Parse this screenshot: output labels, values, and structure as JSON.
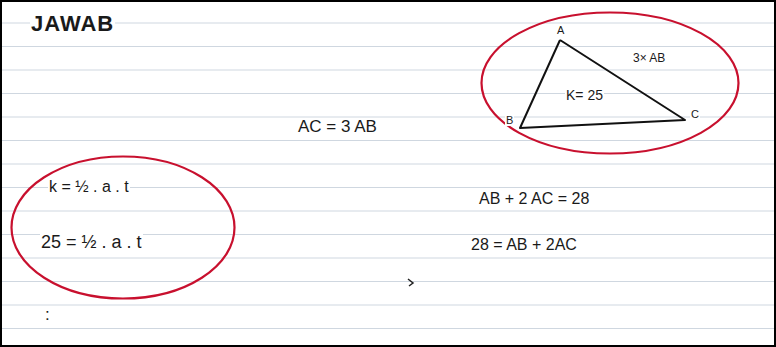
{
  "diagram": {
    "title": "JAWAB",
    "nodes": [
      {
        "text": [
          "k = ½ . a . t",
          "25 = ½ . a . t"
        ]
      },
      {
        "text": [
          "A",
          "3× AB",
          "B",
          "C"
        ]
      },
      {
        "text": [
          "K= 25"
        ],
        "in": 1
      }
    ],
    "labels": [
      "AC = 3 AB",
      "AB + 2 AC = 28",
      "28 = AB + 2AC",
      ":"
    ]
  }
}
